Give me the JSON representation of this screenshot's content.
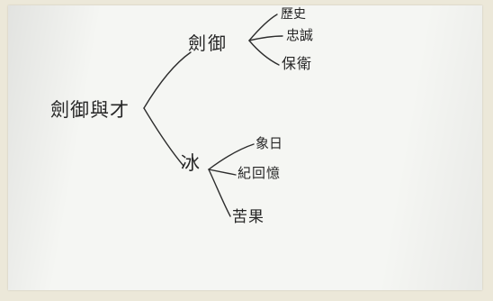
{
  "mindmap": {
    "root": "劍御與才",
    "branches": [
      {
        "label": "劍御",
        "children": [
          "歷史",
          "忠誠",
          "保衛"
        ]
      },
      {
        "label": "冰",
        "children": [
          "象日",
          "紀回憶",
          "苦果"
        ]
      }
    ]
  },
  "colors": {
    "paper": "#f5f6f3",
    "background": "#ece8d9",
    "ink": "#262626"
  }
}
